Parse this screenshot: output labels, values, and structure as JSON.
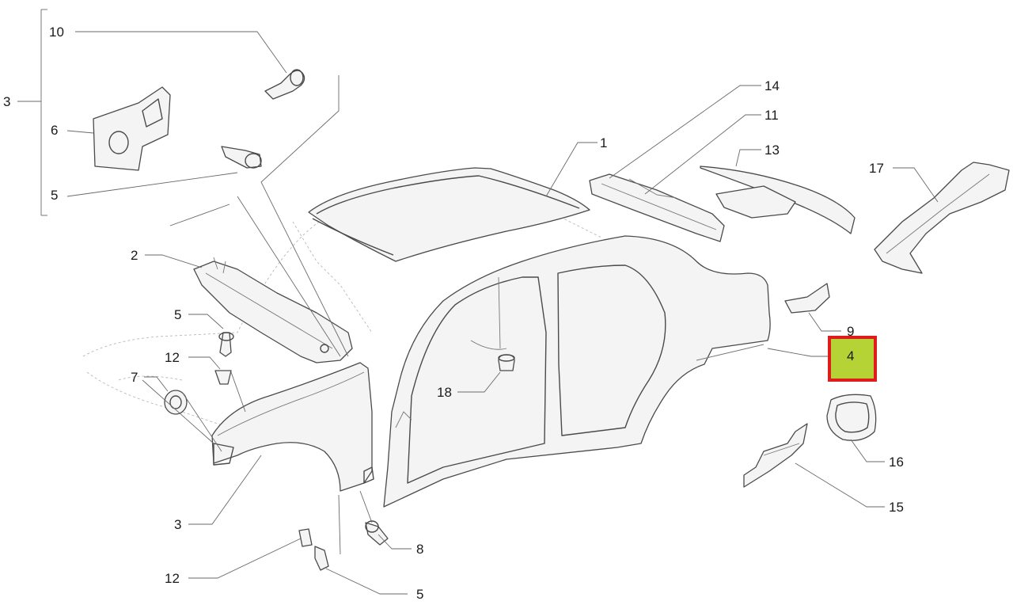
{
  "diagram": {
    "callouts": [
      {
        "id": "c10",
        "label": "10"
      },
      {
        "id": "c3a",
        "label": "3"
      },
      {
        "id": "c6",
        "label": "6"
      },
      {
        "id": "c5a",
        "label": "5"
      },
      {
        "id": "c2",
        "label": "2"
      },
      {
        "id": "c5b",
        "label": "5"
      },
      {
        "id": "c12a",
        "label": "12"
      },
      {
        "id": "c7",
        "label": "7"
      },
      {
        "id": "c3b",
        "label": "3"
      },
      {
        "id": "c12b",
        "label": "12"
      },
      {
        "id": "c5c",
        "label": "5"
      },
      {
        "id": "c8",
        "label": "8"
      },
      {
        "id": "c18",
        "label": "18"
      },
      {
        "id": "c1",
        "label": "1"
      },
      {
        "id": "c14",
        "label": "14"
      },
      {
        "id": "c11",
        "label": "11"
      },
      {
        "id": "c13",
        "label": "13"
      },
      {
        "id": "c17",
        "label": "17"
      },
      {
        "id": "c9",
        "label": "9"
      },
      {
        "id": "c4",
        "label": "4"
      },
      {
        "id": "c16",
        "label": "16"
      },
      {
        "id": "c15",
        "label": "15"
      }
    ],
    "highlighted_part": "4",
    "colors": {
      "highlight_fill": "#b5d334",
      "highlight_border": "#e01b1b",
      "line": "#4a4a4a"
    }
  }
}
